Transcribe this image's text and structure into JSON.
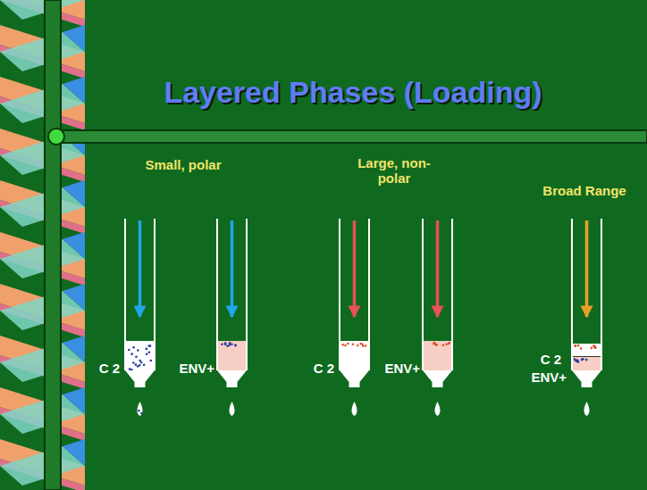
{
  "diagram": {
    "title": "Layered Phases (Loading)",
    "labels": [
      "Small, polar",
      "Large, non-polar",
      "Broad Range",
      "C 2",
      "ENV+",
      "C 2",
      "ENV+",
      "C 2",
      "ENV+"
    ]
  }
}
